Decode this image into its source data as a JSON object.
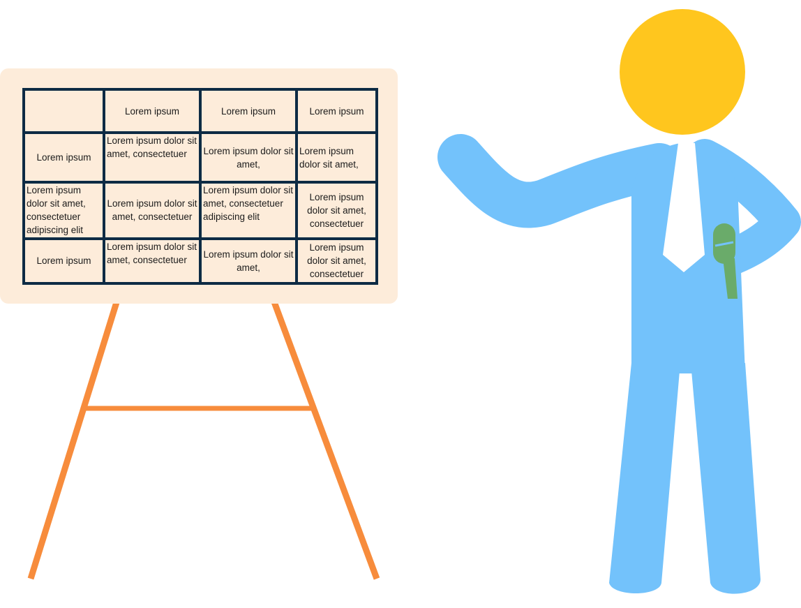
{
  "colors": {
    "board_fill": "#fdecda",
    "grid_lines": "#0d2b44",
    "easel_legs": "#f78c3c",
    "head": "#ffc61e",
    "body": "#73c2fb",
    "tie": "#ffffff",
    "microphone": "#6aab6a"
  },
  "icons": {
    "easel": "easel-stand-icon",
    "presenter": "presenter-figure-icon",
    "microphone": "microphone-icon"
  },
  "table": {
    "rows": [
      [
        "",
        "Lorem ipsum",
        "Lorem ipsum",
        "Lorem ipsum"
      ],
      [
        "Lorem ipsum",
        "Lorem ipsum dolor sit amet, consectetuer",
        "Lorem ipsum dolor sit amet,",
        "Lorem ipsum dolor sit amet,"
      ],
      [
        "Lorem ipsum dolor sit amet, consectetuer adipiscing elit",
        "Lorem ipsum dolor sit amet, consectetuer",
        "Lorem ipsum dolor sit amet, consectetuer adipiscing elit",
        "Lorem ipsum dolor sit amet, consectetuer"
      ],
      [
        "Lorem ipsum",
        "Lorem ipsum dolor sit amet, consectetuer",
        "Lorem ipsum dolor sit amet,",
        "Lorem ipsum dolor sit amet, consectetuer"
      ]
    ]
  }
}
